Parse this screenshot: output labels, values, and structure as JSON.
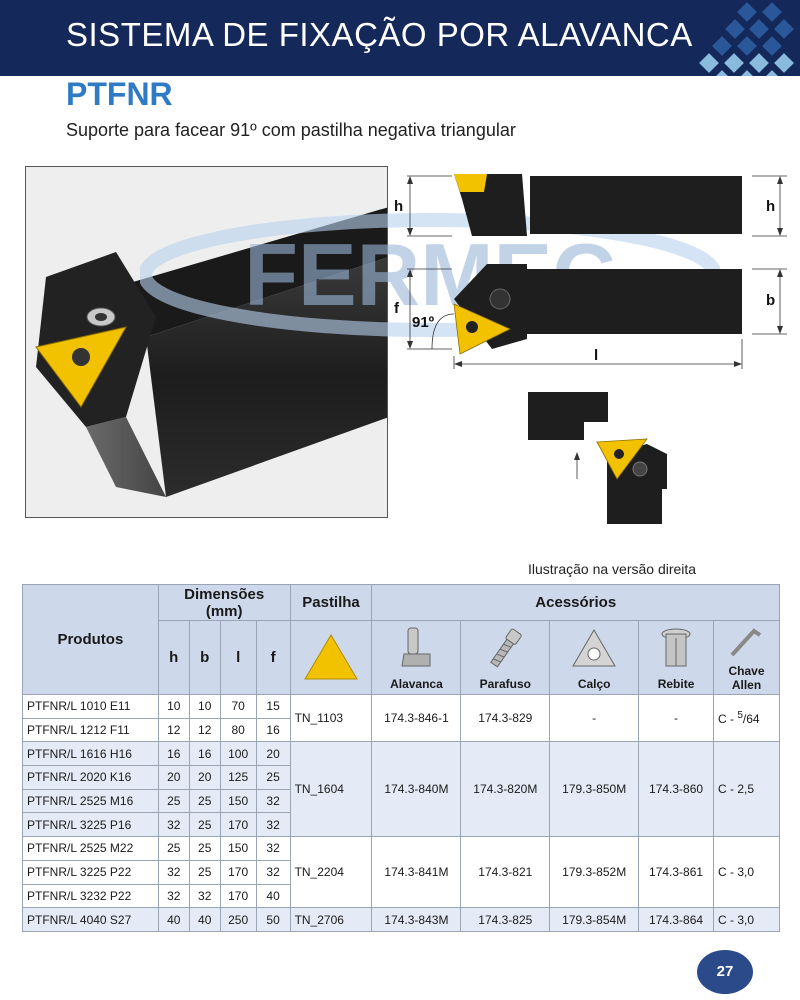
{
  "header": {
    "title": "SISTEMA DE FIXAÇÃO POR ALAVANCA"
  },
  "product": {
    "code": "PTFNR",
    "description": "Suporte para facear 91º com pastilha negativa triangular"
  },
  "watermark": "FERMEC",
  "diagram": {
    "labels": {
      "h": "h",
      "f": "f",
      "b": "b",
      "l": "l",
      "angle": "91º"
    },
    "caption": "Ilustração na versão direita"
  },
  "colors": {
    "header_band": "#14285a",
    "accent": "#2f7ac4",
    "insert_yellow": "#f2c200",
    "table_header": "#cdd9ea",
    "table_alt": "#e4ebf6"
  },
  "table": {
    "headers": {
      "produtos": "Produtos",
      "dimensoes_line1": "Dimensões",
      "dimensoes_line2": "(mm)",
      "pastilha": "Pastilha",
      "acessorios": "Acessórios",
      "h": "h",
      "b": "b",
      "l": "l",
      "f": "f",
      "alavanca": "Alavanca",
      "parafuso": "Parafuso",
      "calco": "Calço",
      "rebite": "Rebite",
      "chave_line1": "Chave",
      "chave_line2": "Allen"
    },
    "rows": [
      {
        "produto": "PTFNR/L 1010 E11",
        "h": "10",
        "b": "10",
        "l": "70",
        "f": "15"
      },
      {
        "produto": "PTFNR/L 1212 F11",
        "h": "12",
        "b": "12",
        "l": "80",
        "f": "16"
      },
      {
        "produto": "PTFNR/L 1616 H16",
        "h": "16",
        "b": "16",
        "l": "100",
        "f": "20"
      },
      {
        "produto": "PTFNR/L 2020 K16",
        "h": "20",
        "b": "20",
        "l": "125",
        "f": "25"
      },
      {
        "produto": "PTFNR/L 2525 M16",
        "h": "25",
        "b": "25",
        "l": "150",
        "f": "32"
      },
      {
        "produto": "PTFNR/L 3225 P16",
        "h": "32",
        "b": "25",
        "l": "170",
        "f": "32"
      },
      {
        "produto": "PTFNR/L 2525 M22",
        "h": "25",
        "b": "25",
        "l": "150",
        "f": "32"
      },
      {
        "produto": "PTFNR/L 3225 P22",
        "h": "32",
        "b": "25",
        "l": "170",
        "f": "32"
      },
      {
        "produto": "PTFNR/L 3232 P22",
        "h": "32",
        "b": "32",
        "l": "170",
        "f": "40"
      },
      {
        "produto": "PTFNR/L 4040 S27",
        "h": "40",
        "b": "40",
        "l": "250",
        "f": "50"
      }
    ],
    "groups": [
      {
        "pastilha": "TN_1103",
        "alavanca": "174.3-846-1",
        "parafuso": "174.3-829",
        "calco": "-",
        "rebite": "-",
        "chave_prefix": "C - ",
        "chave_num": "5",
        "chave_den": "64"
      },
      {
        "pastilha": "TN_1604",
        "alavanca": "174.3-840M",
        "parafuso": "174.3-820M",
        "calco": "179.3-850M",
        "rebite": "174.3-860",
        "chave": "C - 2,5"
      },
      {
        "pastilha": "TN_2204",
        "alavanca": "174.3-841M",
        "parafuso": "174.3-821",
        "calco": "179.3-852M",
        "rebite": "174.3-861",
        "chave": "C - 3,0"
      },
      {
        "pastilha": "TN_2706",
        "alavanca": "174.3-843M",
        "parafuso": "174.3-825",
        "calco": "179.3-854M",
        "rebite": "174.3-864",
        "chave": "C - 3,0"
      }
    ]
  },
  "page": {
    "number": "27"
  }
}
